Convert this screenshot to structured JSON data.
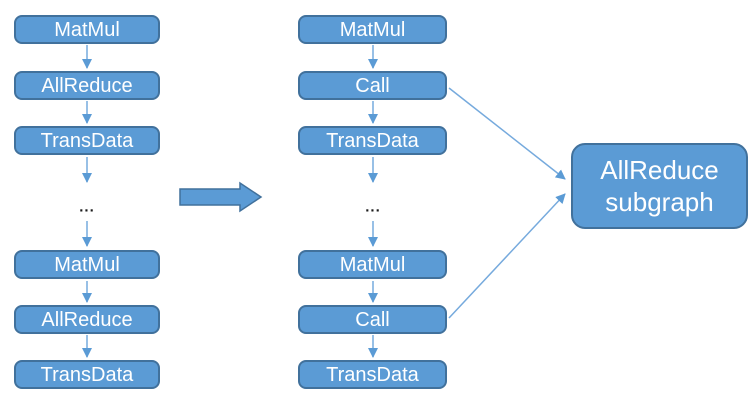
{
  "diagram": {
    "left_column": {
      "nodes": [
        {
          "label": "MatMul"
        },
        {
          "label": "AllReduce"
        },
        {
          "label": "TransData"
        },
        {
          "label": "MatMul"
        },
        {
          "label": "AllReduce"
        },
        {
          "label": "TransData"
        }
      ],
      "ellipsis": "..."
    },
    "middle_column": {
      "nodes": [
        {
          "label": "MatMul"
        },
        {
          "label": "Call"
        },
        {
          "label": "TransData"
        },
        {
          "label": "MatMul"
        },
        {
          "label": "Call"
        },
        {
          "label": "TransData"
        }
      ],
      "ellipsis": "..."
    },
    "right_node": {
      "label": "AllReduce subgraph"
    },
    "colors": {
      "node_fill": "#5b9bd5",
      "node_border": "#41719c",
      "connector": "#76aadd",
      "arrowhead": "#5b9bd5",
      "ellipsis_text": "#1a1a1a"
    }
  }
}
